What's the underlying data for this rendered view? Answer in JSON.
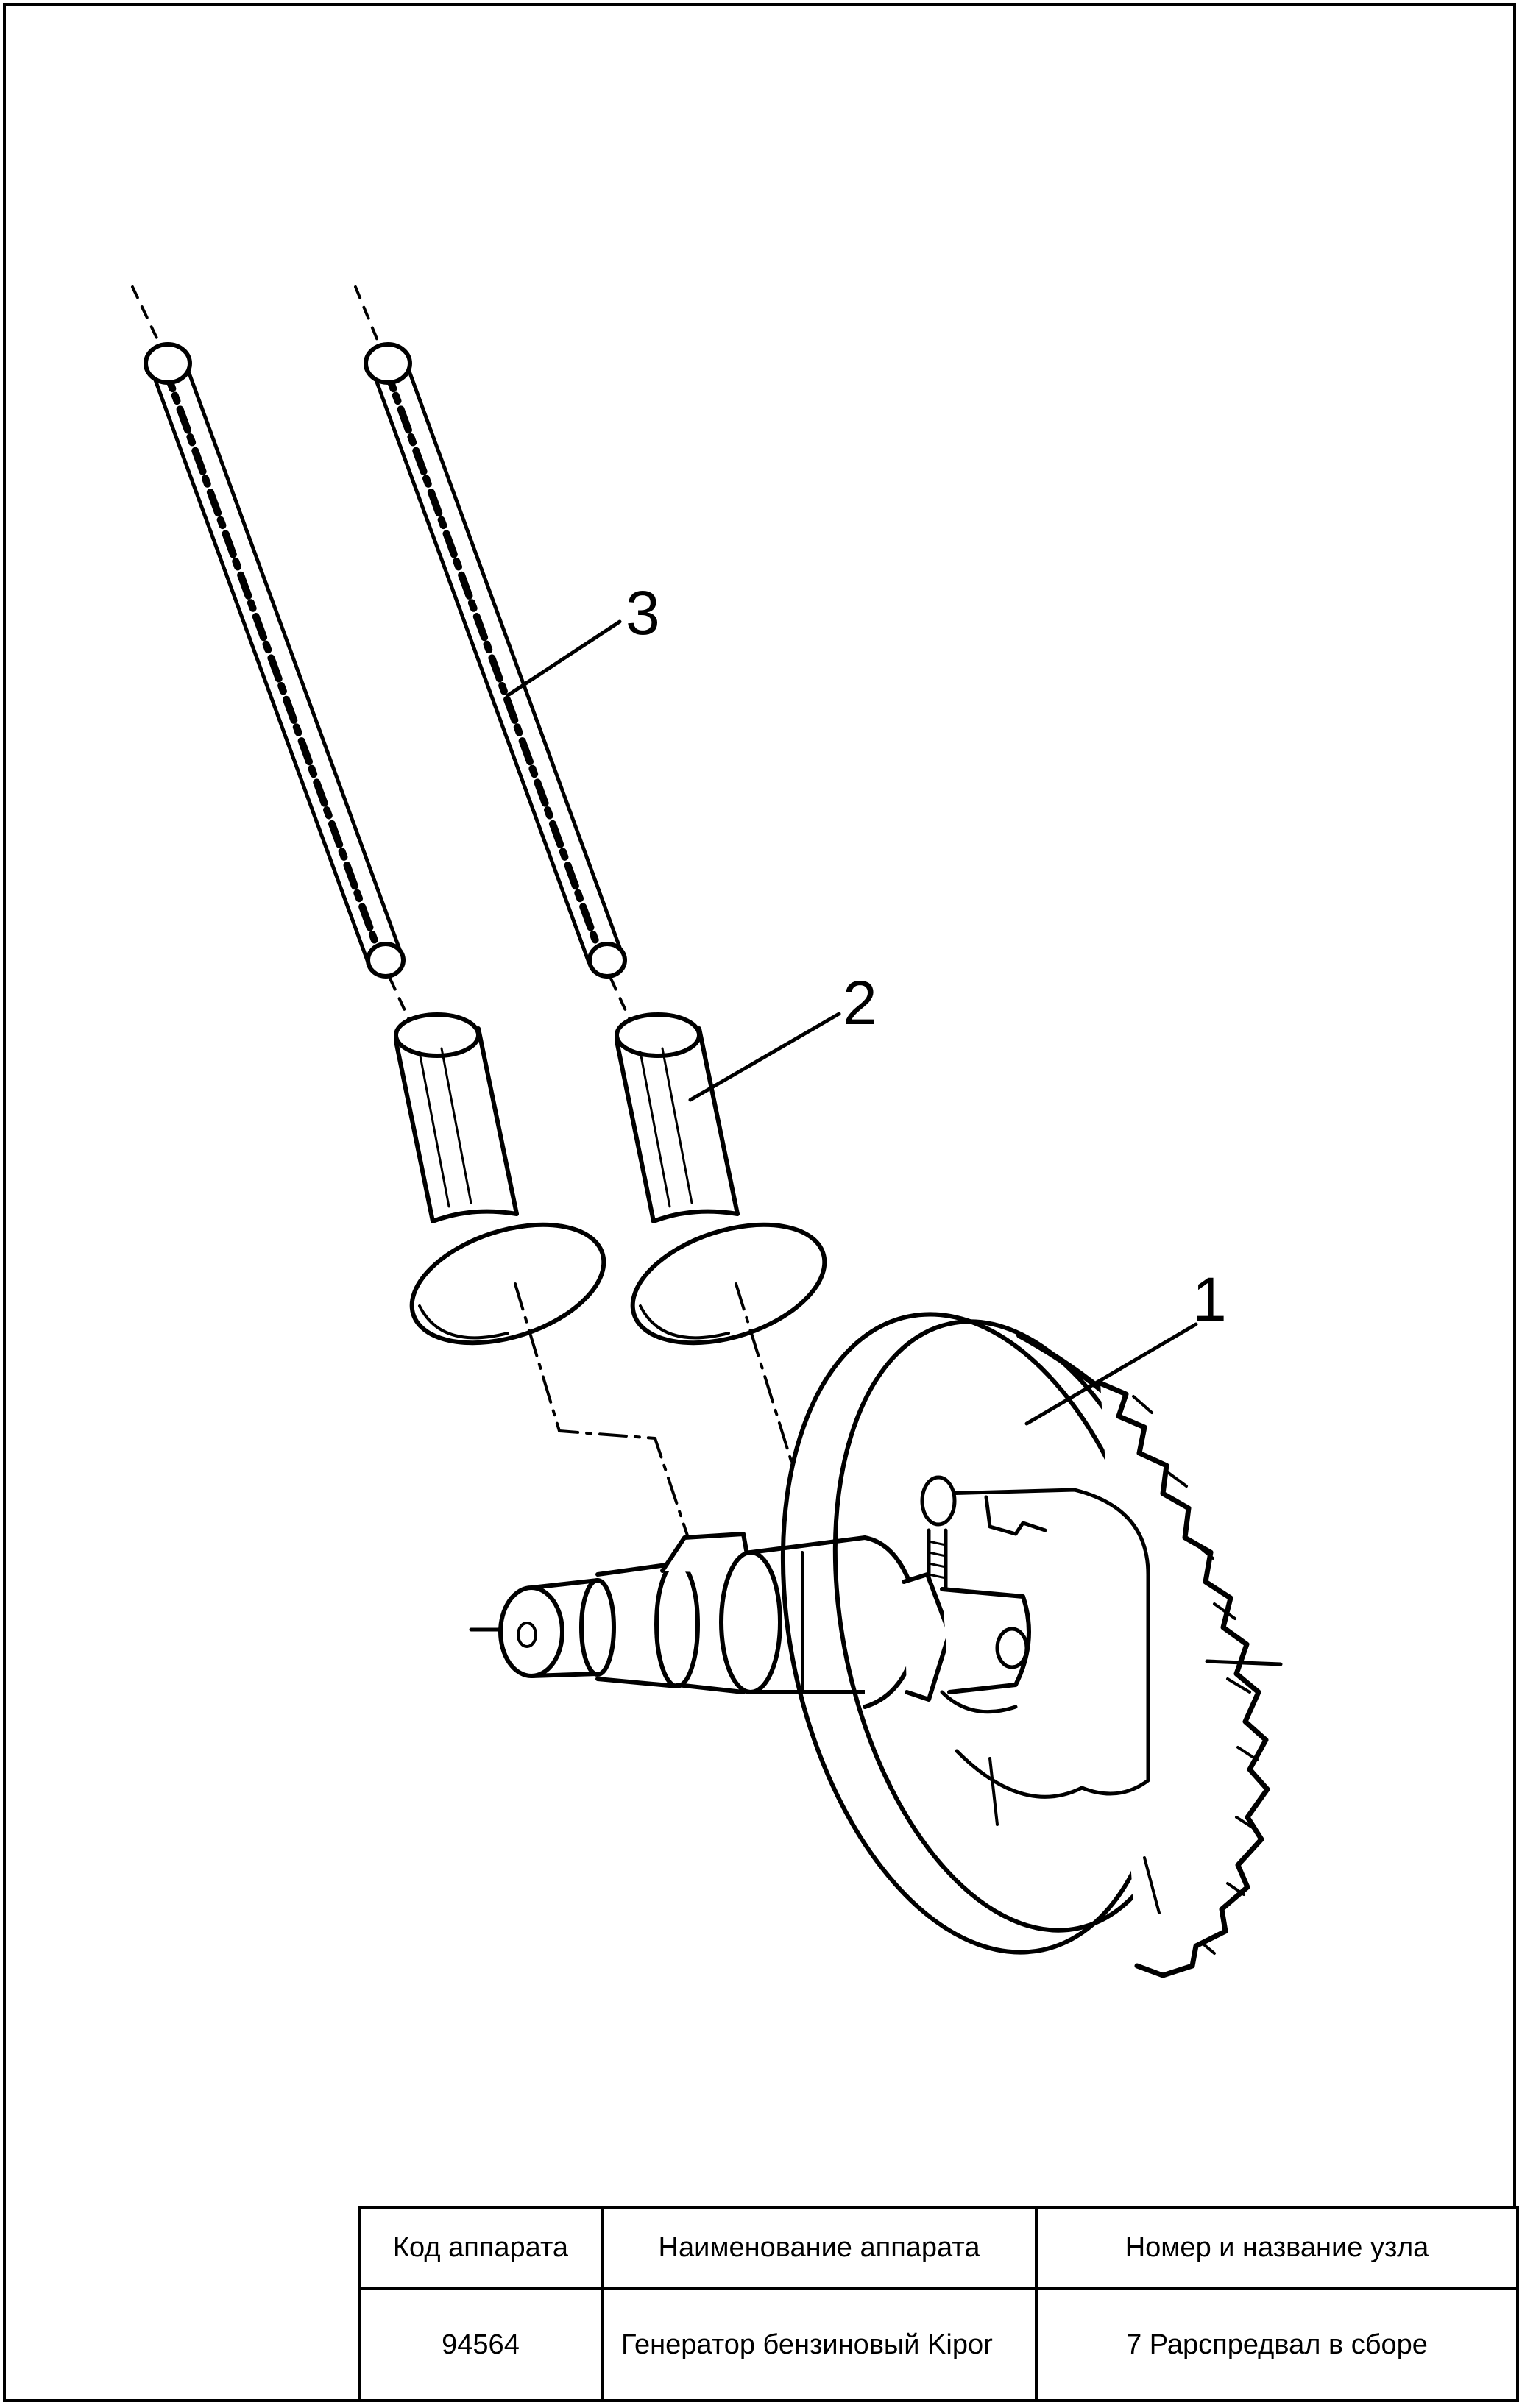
{
  "callouts": [
    "1",
    "2",
    "3"
  ],
  "table": {
    "headers": [
      "Код аппарата",
      "Наименование аппарата",
      "Номер и название узла"
    ],
    "row": {
      "code": "94564",
      "name": "Генератор бензиновый Kipor",
      "unit": "7 Рарспредвал в сборе"
    }
  }
}
